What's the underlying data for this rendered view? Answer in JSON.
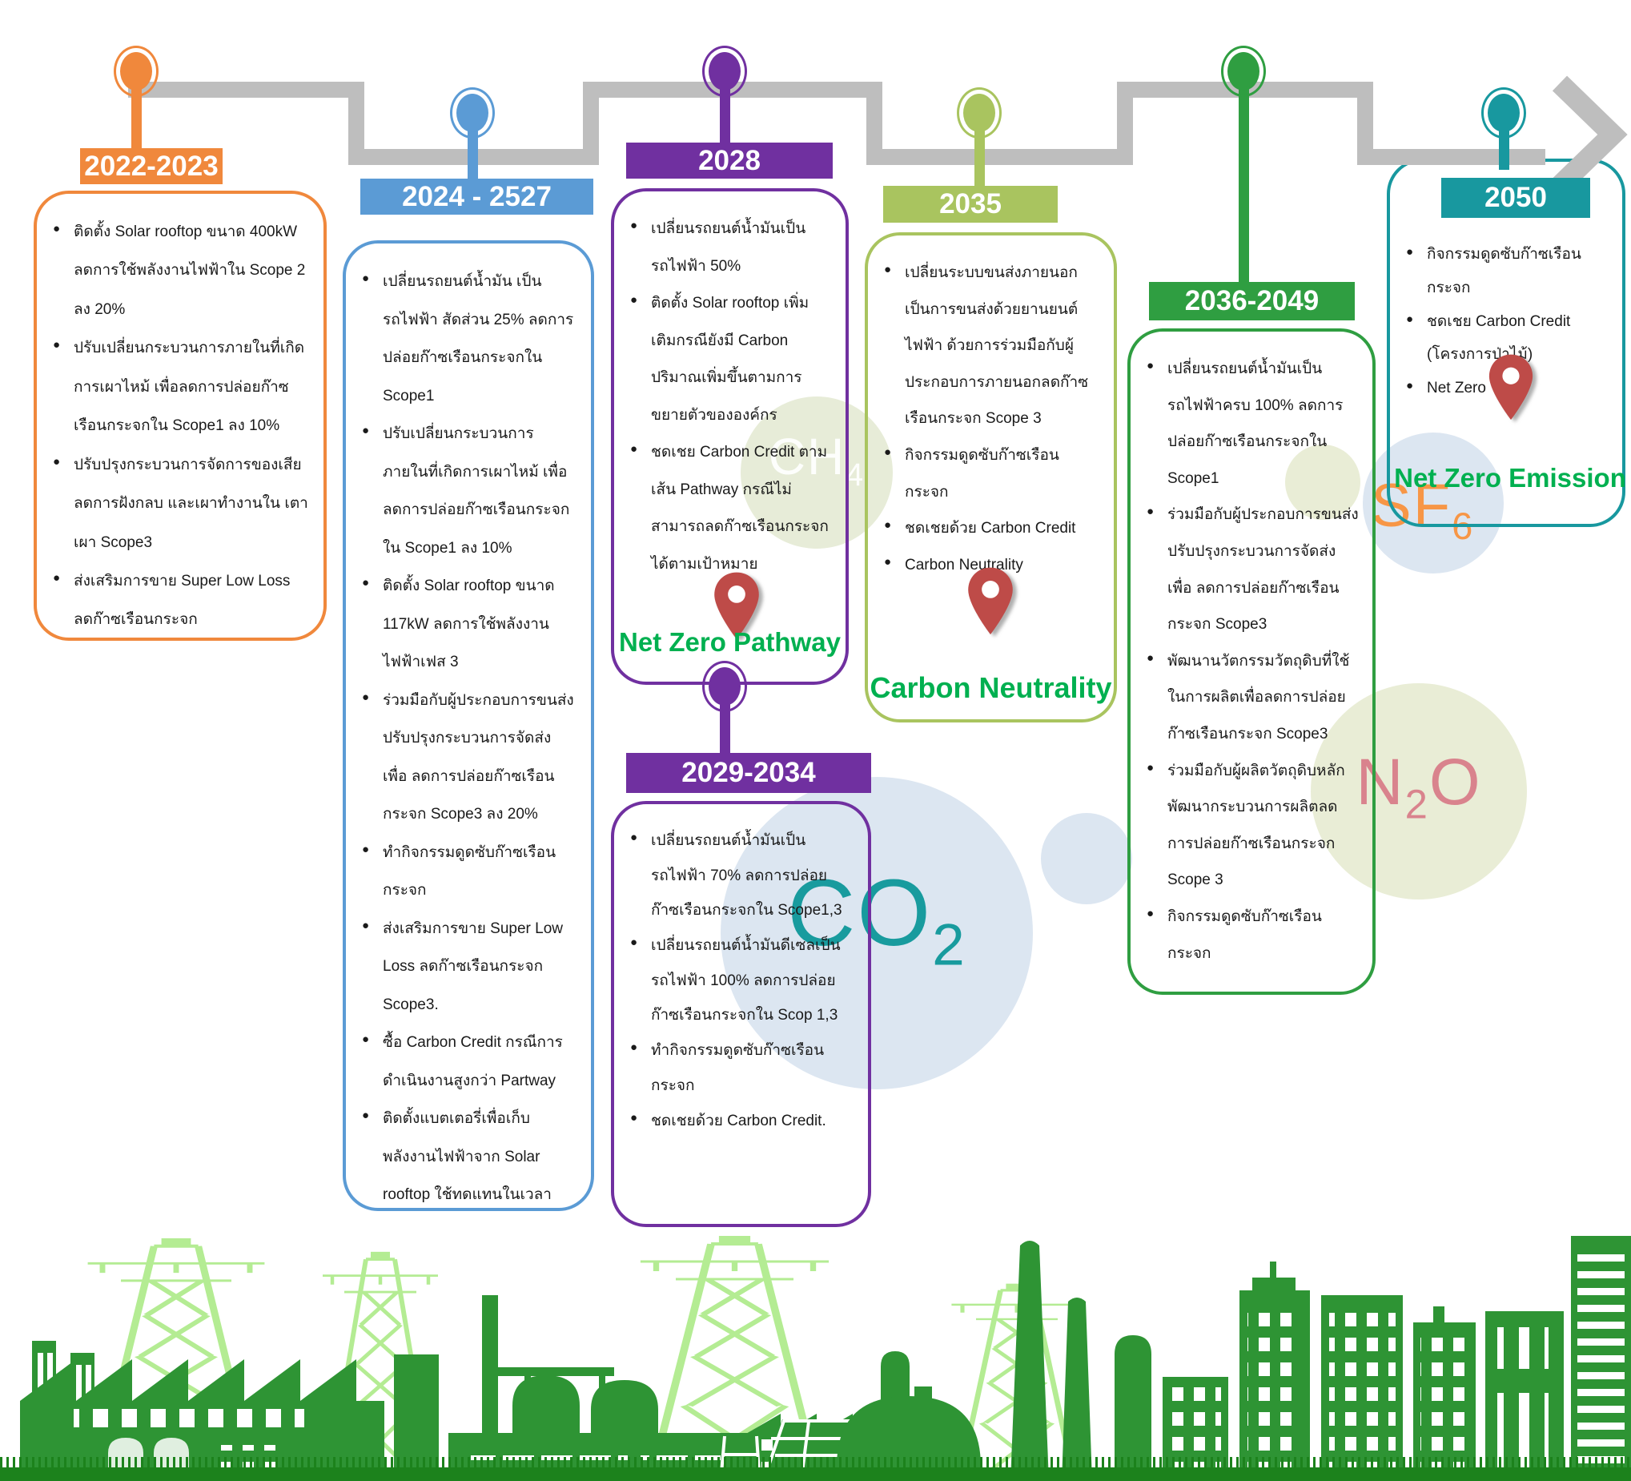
{
  "timeline": {
    "line_color": "#bebebe"
  },
  "milestones": [
    {
      "year_label": "2022-2023",
      "color": "#f0883c",
      "bullets": [
        "ติดตั้ง Solar rooftop ขนาด 400kW ลดการใช้พลังงานไฟฟ้าใน Scope 2 ลง 20%",
        "ปรับเปลี่ยนกระบวนการภายในที่เกิดการเผาไหม้ เพื่อลดการปล่อยก๊าซเรือนกระจกใน Scope1 ลง 10%",
        "ปรับปรุงกระบวนการจัดการของเสีย ลดการฝังกลบ และเผาทำงานใน เตาเผา Scope3",
        "ส่งเสริมการขาย Super Low Loss ลดก๊าซเรือนกระจก"
      ]
    },
    {
      "year_label": "2024 - 2527",
      "color": "#5b9bd5",
      "bullets": [
        "เปลี่ยนรถยนต์น้ำมัน เป็นรถไฟฟ้า สัดส่วน 25% ลดการปล่อยก๊าซเรือนกระจกใน Scope1",
        "ปรับเปลี่ยนกระบวนการภายในที่เกิดการเผาไหม้ เพื่อลดการปล่อยก๊าซเรือนกระจกใน Scope1 ลง 10%",
        "ติดตั้ง Solar rooftop ขนาด 117kW ลดการใช้พลังงานไฟฟ้าเฟส 3",
        "ร่วมมือกับผู้ประกอบการขนส่ง ปรับปรุงกระบวนการจัดส่ง เพื่อ ลดการปล่อยก๊าซเรือนกระจก Scope3 ลง 20%",
        "ทำกิจกรรมดูดซับก๊าซเรือนกระจก",
        "ส่งเสริมการขาย Super Low Loss ลดก๊าซเรือนกระจก Scope3.",
        "ซื้อ Carbon Credit กรณีการดำเนินงานสูงกว่า Partway",
        "ติดตั้งแบตเตอรี่เพื่อเก็บพลังงานไฟฟ้าจาก Solar rooftop ใช้ทดแทนในเวลากลางคืน"
      ]
    },
    {
      "year_label": "2028",
      "color": "#7030a0",
      "pin_label": "Net Zero Pathway",
      "bullets": [
        "เปลี่ยนรถยนต์น้ำมันเป็นรถไฟฟ้า 50%",
        "ติดตั้ง Solar rooftop เพิ่มเติมกรณียังมี Carbon ปริมาณเพิ่มขึ้นตามการขยายตัวขององค์กร",
        "ชดเชย Carbon Credit ตามเส้น Pathway กรณีไม่สามารถลดก๊าซเรือนกระจกได้ตามเป้าหมาย"
      ]
    },
    {
      "year_label": "2035",
      "color": "#a9c45f",
      "pin_label": "Carbon Neutrality",
      "bullets": [
        "เปลี่ยนระบบขนส่งภายนอกเป็นการขนส่งด้วยยานยนต์ไฟฟ้า ด้วยการร่วมมือกับผู้ประกอบการภายนอกลดก๊าซเรือนกระจก Scope 3",
        "กิจกรรมดูดซับก๊าซเรือนกระจก",
        "ชดเชยด้วย Carbon Credit",
        "Carbon Neutrality"
      ]
    },
    {
      "year_label": "2029-2034",
      "color": "#7030a0",
      "bullets": [
        "เปลี่ยนรถยนต์น้ำมันเป็นรถไฟฟ้า 70% ลดการปล่อยก๊าซเรือนกระจกใน Scope1,3",
        "เปลี่ยนรถยนต์น้ำมันดีเซลเป็นรถไฟฟ้า 100% ลดการปล่อยก๊าซเรือนกระจกใน Scop 1,3",
        "ทำกิจกรรมดูดซับก๊าซเรือนกระจก",
        "ชดเชยด้วย Carbon Credit."
      ]
    },
    {
      "year_label": "2036-2049",
      "color": "#2f9e41",
      "bullets": [
        "เปลี่ยนรถยนต์น้ำมันเป็นรถไฟฟ้าครบ 100% ลดการปล่อยก๊าซเรือนกระจกใน Scope1",
        "ร่วมมือกับผู้ประกอบการขนส่ง ปรับปรุงกระบวนการจัดส่ง เพื่อ ลดการปล่อยก๊าซเรือนกระจก Scope3",
        "พัฒนานวัตกรรมวัตถุดิบที่ใช้ในการผลิตเพื่อลดการปล่อยก๊าซเรือนกระจก Scope3",
        "ร่วมมือกับผู้ผลิตวัตถุดิบหลัก พัฒนากระบวนการผลิตลดการปล่อยก๊าซเรือนกระจก Scope 3",
        "กิจกรรมดูดซับก๊าซเรือนกระจก"
      ]
    },
    {
      "year_label": "2050",
      "color": "#18989f",
      "pin_label": "Net Zero Emission",
      "bullets": [
        "กิจกรรมดูดซับก๊าซเรือนกระจก",
        "ชดเชย Carbon Credit (โครงการป่าไม้)",
        "Net Zero"
      ]
    }
  ],
  "molecules": {
    "co2": {
      "base": "CO",
      "sub": "2",
      "color": "#189b9e"
    },
    "ch4": {
      "base": "CH",
      "sub": "4",
      "color": "#ffffff"
    },
    "n2o": {
      "base": "N",
      "sub": "2",
      "tail": "O",
      "color": "#d9838d"
    },
    "sf6": {
      "base": "SF",
      "sub": "6",
      "color": "#f79646"
    }
  },
  "pin_color": "#be4b48",
  "label_color": "#00b050"
}
